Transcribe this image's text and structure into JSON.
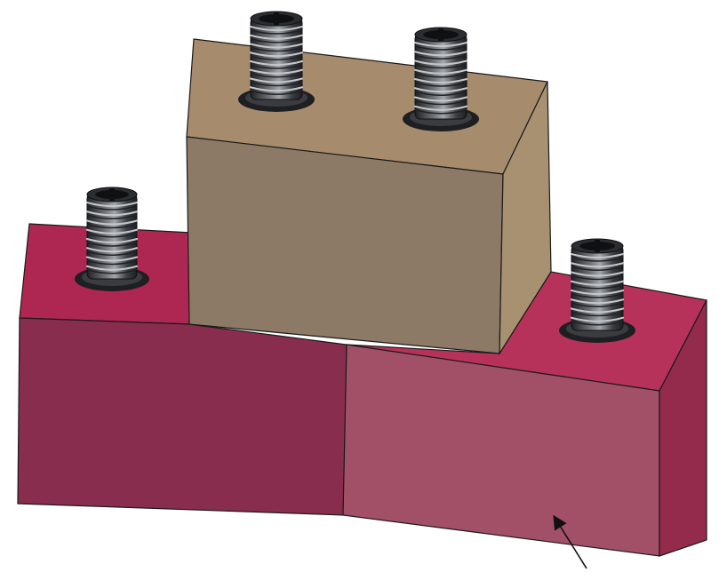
{
  "colors": {
    "background": "#ffffff",
    "left_block_top": "#ad2752",
    "left_block_front": "#882d4d",
    "right_block_top": "#b7325a",
    "right_block_front": "#a25068",
    "right_block_side": "#942a4c",
    "upper_block_top": "#a68b6c",
    "upper_block_front": "#8c7a66",
    "upper_block_side": "#a89171",
    "insert_dark": "#24262a",
    "insert_mid": "#4d5055",
    "insert_light": "#8b8f94",
    "edge": "#1a1a1a"
  },
  "scene": {
    "blocks": [
      {
        "name": "left-lower-block",
        "material": "magenta"
      },
      {
        "name": "right-lower-block",
        "material": "magenta"
      },
      {
        "name": "upper-block",
        "material": "tan"
      }
    ],
    "inserts": [
      {
        "name": "threaded-insert-upper-left",
        "icon": "threaded-insert-icon"
      },
      {
        "name": "threaded-insert-upper-right",
        "icon": "threaded-insert-icon"
      },
      {
        "name": "threaded-insert-lower-left",
        "icon": "threaded-insert-icon"
      },
      {
        "name": "threaded-insert-lower-right",
        "icon": "threaded-insert-icon"
      }
    ],
    "leader_arrow": {
      "icon": "arrow-icon"
    }
  }
}
